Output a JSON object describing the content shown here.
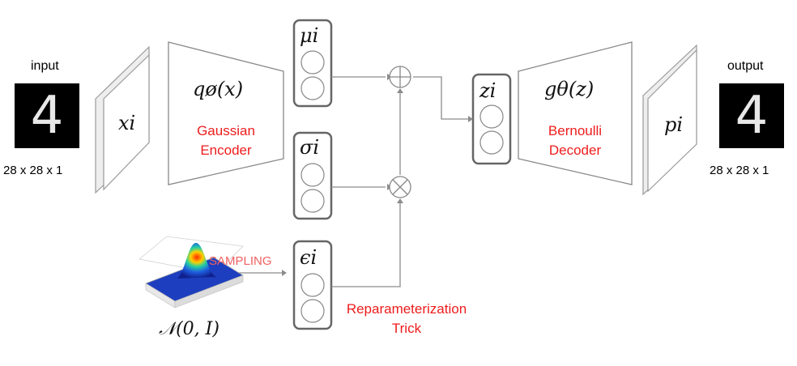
{
  "input": {
    "label": "input",
    "size": "28 x 28 x 1",
    "digit": "4"
  },
  "output": {
    "label": "output",
    "size": "28 x 28 x 1",
    "digit": "4"
  },
  "encoder": {
    "function": "qø(x)",
    "name_line1": "Gaussian",
    "name_line2": "Encoder"
  },
  "decoder": {
    "function": "gθ(z)",
    "name_line1": "Bernoulli",
    "name_line2": "Decoder"
  },
  "layers": {
    "input_layer": "xi",
    "output_layer": "pi"
  },
  "latent": {
    "mu": "μi",
    "sigma": "σi",
    "epsilon": "ϵi",
    "z": "zi"
  },
  "ops": {
    "add": "⊕",
    "multiply": "⊗"
  },
  "sampling": {
    "label": "SAMPLING",
    "distribution": "𝒩(0, I)"
  },
  "trick": {
    "line1": "Reparameterization",
    "line2": "Trick"
  },
  "colors": {
    "accent": "#ee1c1c",
    "box_stroke": "#666666",
    "line": "#8c8c8c"
  }
}
